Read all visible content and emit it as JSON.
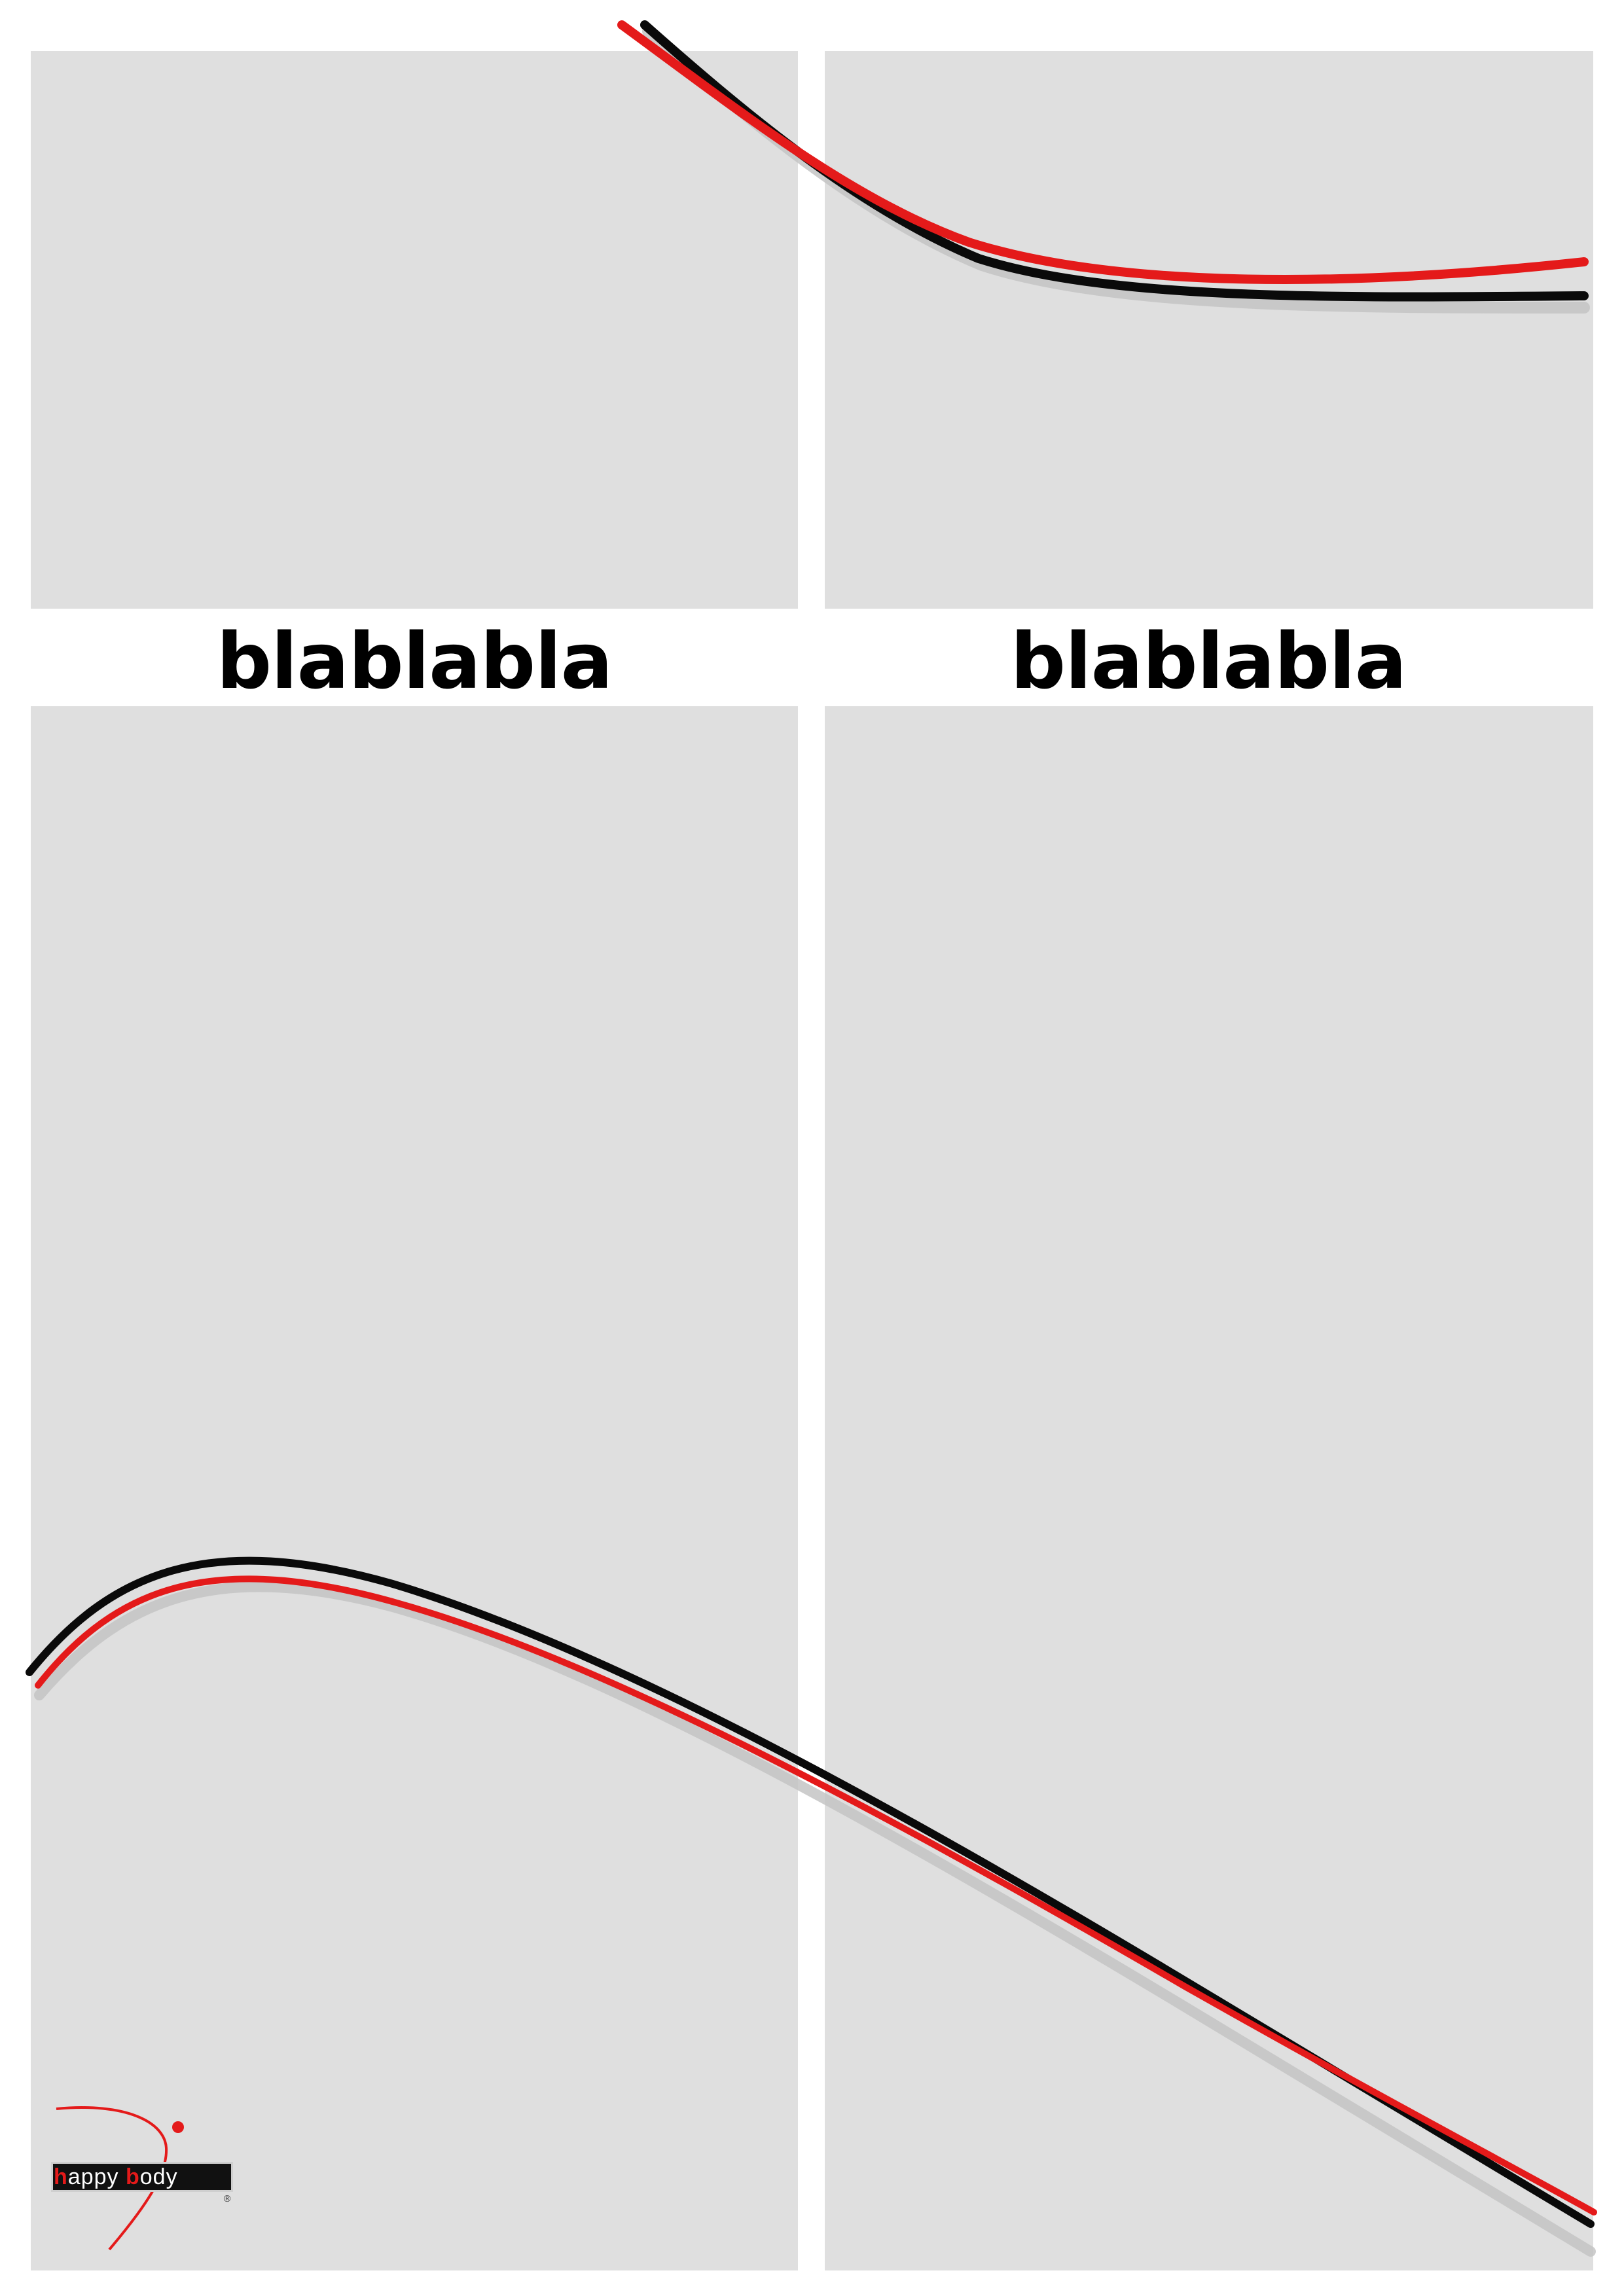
{
  "captions": {
    "left": "blablabla",
    "right": "blablabla"
  },
  "logo": {
    "first_initial": "h",
    "first_rest": "appy",
    "second_initial": "b",
    "second_rest": "ody",
    "registered": "®"
  },
  "colors": {
    "background": "#ffffff",
    "panel": "#dfdfdf",
    "swoosh_black": "#0a0a0a",
    "swoosh_red": "#e41a1a",
    "swoosh_shadow": "#c4c4c4",
    "caption_text": "#000000"
  }
}
